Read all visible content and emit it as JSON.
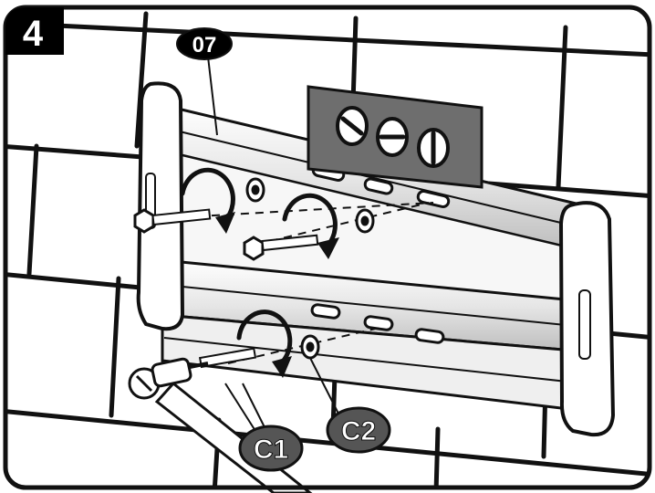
{
  "step": {
    "number": "4"
  },
  "callouts": {
    "part": "07",
    "bolt": "C1",
    "washer": "C2"
  },
  "colors": {
    "outline": "#111111",
    "step_badge_bg": "#000000",
    "step_badge_text": "#ffffff",
    "callout_bg": "#555555",
    "callout_text": "#ffffff",
    "level_body": "#6e6e6e",
    "bracket_fill": "#f2f2f2",
    "wall": "#ffffff"
  },
  "icons": [
    "rotate-arrow-icon",
    "spirit-level-icon",
    "socket-wrench-icon"
  ]
}
